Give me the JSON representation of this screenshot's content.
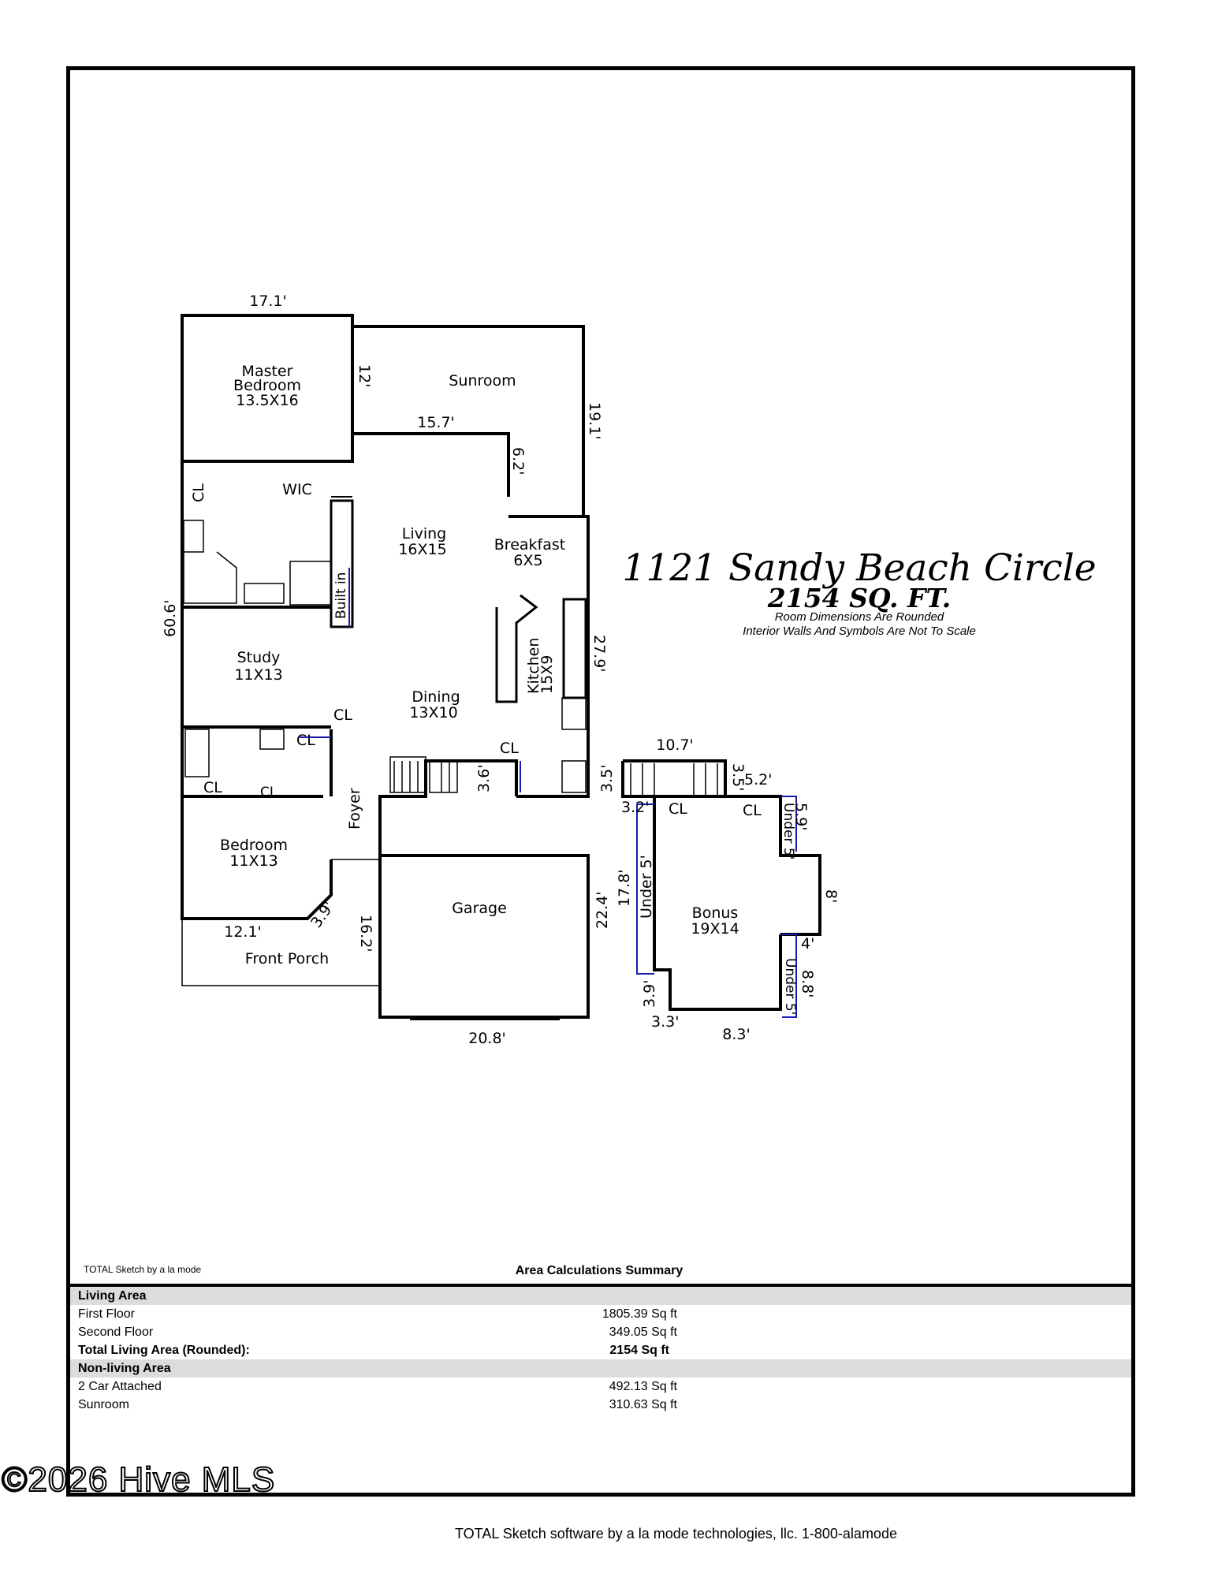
{
  "rooms": {
    "master": {
      "name1": "Master",
      "name2": "Bedroom",
      "size": "13.5X16"
    },
    "sunroom": {
      "name": "Sunroom"
    },
    "wic": "WIC",
    "living": {
      "name": "Living",
      "size": "16X15"
    },
    "breakfast": {
      "name": "Breakfast",
      "size": "6X5"
    },
    "builtin": "Built in",
    "kitchen": {
      "name": "Kitchen",
      "size": "15X9"
    },
    "study": {
      "name": "Study",
      "size": "11X13"
    },
    "dining": {
      "name": "Dining",
      "size": "13X10"
    },
    "bedroom": {
      "name": "Bedroom",
      "size": "11X13"
    },
    "foyer": "Foyer",
    "garage": "Garage",
    "porch": "Front Porch",
    "bonus": {
      "name": "Bonus",
      "size": "19X14"
    },
    "closet": "CL",
    "under5": "Under 5'"
  },
  "dimensions": {
    "top": "17.1'",
    "sunroom_left": "12'",
    "sunroom_right": "19.1'",
    "sunroom_bottom": "15.7'",
    "breakfast_wall": "6.2'",
    "left": "60.6'",
    "right": "27.9'",
    "stair": "3.6'",
    "porch_width": "12.1'",
    "porch_angle": "3.9'",
    "porch_depth": "16.2'",
    "garage_right": "22.4'",
    "garage_bottom": "20.8'",
    "bonus_top": "10.7'",
    "bonus_stair_left": "3.5'",
    "bonus_stair_right": "3.5'",
    "bonus_top_right": "5.2'",
    "bonus_left_top": "3.2'",
    "bonus_right_top": "5.9'",
    "bonus_left": "17.8'",
    "bonus_right": "8'",
    "bonus_notch": "4'",
    "bonus_right_bottom": "8.8'",
    "bonus_bath_left": "3.9'",
    "bonus_bath_bottom_left": "3.3'",
    "bonus_bottom": "8.3'"
  },
  "title": {
    "address": "1121 Sandy Beach Circle",
    "sqft": "2154 SQ. FT.",
    "note1": "Room Dimensions Are Rounded",
    "note2": "Interior Walls And Symbols Are Not To Scale"
  },
  "summary": {
    "credit": "TOTAL Sketch by a la mode",
    "heading": "Area Calculations Summary",
    "living_header": "Living Area",
    "first_floor": {
      "name": "First Floor",
      "value": "1805.39 Sq ft"
    },
    "second_floor": {
      "name": "Second Floor",
      "value": "349.05 Sq ft"
    },
    "total": {
      "name": "Total Living Area (Rounded):",
      "value": "2154 Sq ft"
    },
    "nonliving_header": "Non-living Area",
    "garage": {
      "name": "2 Car Attached",
      "value": "492.13 Sq ft"
    },
    "sunroom": {
      "name": "Sunroom",
      "value": "310.63 Sq ft"
    }
  },
  "watermark": "©2026 Hive MLS",
  "footer": "TOTAL Sketch software by a la mode technologies, llc. 1-800-alamode",
  "colors": {
    "wall": "#000000",
    "under5_line": "#1a1ab0",
    "summary_band": "#dcdcdc"
  }
}
